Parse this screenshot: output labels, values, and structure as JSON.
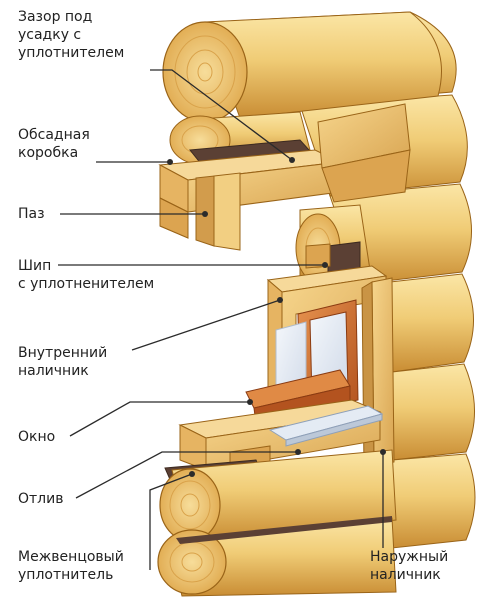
{
  "labels": {
    "zazor": "Зазор под\nусадку с\nуплотнителем",
    "obsad": "Обсадная\nкоробка",
    "paz": "Паз",
    "ship": "Шип\nс уплотненителем",
    "vnutr": "Внутренний\nналичник",
    "okno": "Окно",
    "otliv": "Отлив",
    "mezhv": "Межвенцовый\nуплотнитель",
    "naruzh": "Наружный\nналичник"
  },
  "colors": {
    "log_light": "#f6dc8c",
    "log_mid": "#e9bd5c",
    "log_dark": "#c88a2c",
    "log_edge": "#9a6418",
    "ring": "#d9a24a",
    "board": "#efc46e",
    "board_dark": "#c99445",
    "frame_red": "#c4652c",
    "frame_red_light": "#e08a45",
    "seal": "#5b4034",
    "glass": "#dfe7f2",
    "sill": "#e4ebf4",
    "leader": "#2b2b2b"
  }
}
